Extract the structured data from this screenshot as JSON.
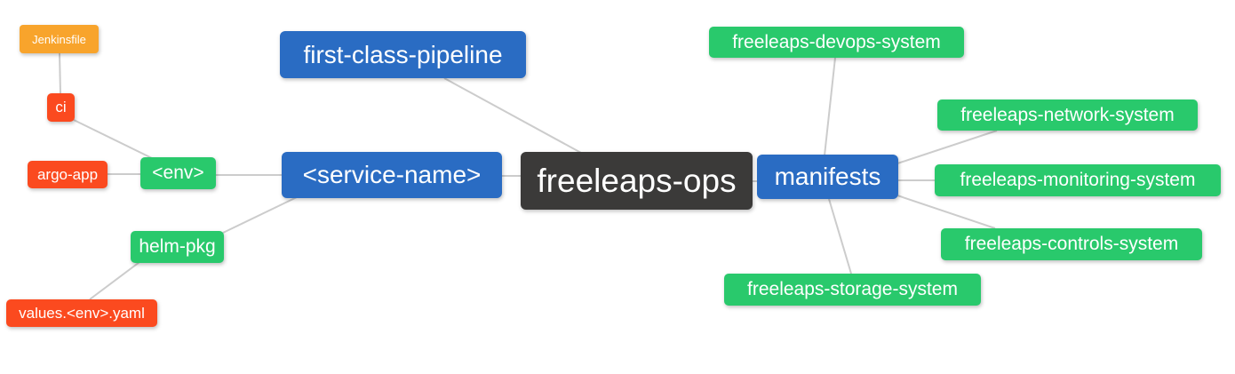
{
  "nodes": {
    "root": {
      "label": "freeleaps-ops"
    },
    "pipeline": {
      "label": "first-class-pipeline"
    },
    "service": {
      "label": "<service-name>"
    },
    "manifests": {
      "label": "manifests"
    },
    "env": {
      "label": "<env>"
    },
    "helm": {
      "label": "helm-pkg"
    },
    "ci": {
      "label": "ci"
    },
    "argo": {
      "label": "argo-app"
    },
    "jenkinsfile": {
      "label": "Jenkinsfile"
    },
    "values": {
      "label": "values.<env>.yaml"
    },
    "devops": {
      "label": "freeleaps-devops-system"
    },
    "network": {
      "label": "freeleaps-network-system"
    },
    "monitoring": {
      "label": "freeleaps-monitoring-system"
    },
    "controls": {
      "label": "freeleaps-controls-system"
    },
    "storage": {
      "label": "freeleaps-storage-system"
    }
  },
  "colors": {
    "root_bg": "#3b3a39",
    "level1_bg": "#2a6cc3",
    "level2_bg": "#29c96c",
    "level3_bg": "#fb4a1f",
    "level4_bg": "#f8a42c",
    "edge": "#cccccc",
    "text": "#ffffff"
  }
}
